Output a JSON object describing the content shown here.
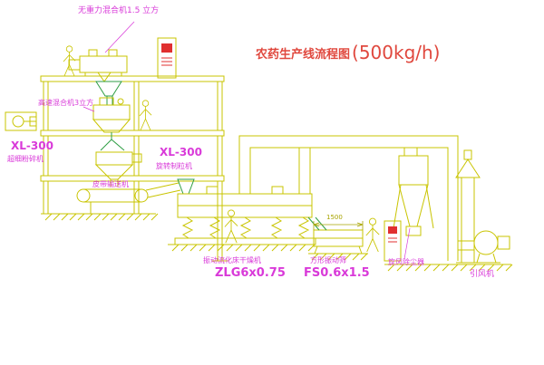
{
  "title": {
    "main": "农药生产线流程图",
    "capacity": "(500kg/h)"
  },
  "labels": {
    "gravity_mixer": "无重力混合机1.5 立方",
    "high_speed_mixer": "高速混合机3立方",
    "mill_model": "XL-300",
    "mill_name": "超细粉碎机",
    "granulator_model": "XL-300",
    "granulator_name": "旋转制粒机",
    "belt_conveyor": "皮带输送机",
    "dryer_name": "振动流化床干燥机",
    "dryer_model": "ZLG6x0.75",
    "sieve_name": "方形振动筛",
    "sieve_model": "FS0.6x1.5",
    "cyclone_name": "旋风除尘器",
    "fan_name": "引风机",
    "sieve_dimension": "1500"
  },
  "colors": {
    "line_yellow": "#c9c400",
    "accent_green": "#2f9e44",
    "label_magenta": "#d93ad9",
    "title_red": "#e0483e"
  }
}
